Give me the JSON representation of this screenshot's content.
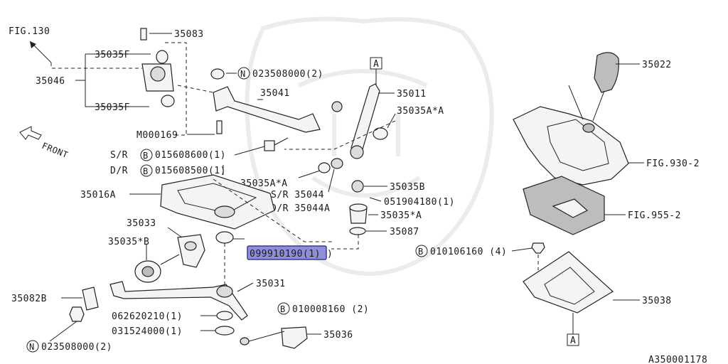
{
  "references": {
    "fig130": "FIG.130",
    "front": "FRONT",
    "fig930": "FIG.930-2",
    "fig955": "FIG.955-2",
    "box_a_top": "A",
    "box_a_bottom": "A",
    "diagram_id": "A350001178"
  },
  "callouts": {
    "p35083": "35083",
    "p35035F_top": "35035F",
    "p35046": "35046",
    "p35035F_bottom": "35035F",
    "pM000169": "M000169",
    "n023508000_top_num": "023508000(2)",
    "p35041": "35041",
    "p35011": "35011",
    "p35035AA_right": "35035A*A",
    "sr_prefix": "S/R",
    "sr_num": "015608600(1)",
    "dr_prefix": "D/R",
    "dr_num": "015608500(1)",
    "p35035AA_mid": "35035A*A",
    "p35016A": "35016A",
    "p35035B": "35035B",
    "sr35044": "S/R 35044",
    "p051904180": "051904180(1)",
    "dr35044A": "D/R 35044A",
    "p35035A": "35035*A",
    "p35033": "35033",
    "p35087": "35087",
    "p35035B_star": "35035*B",
    "highlight_num": "099910190(1)",
    "p35031": "35031",
    "p35082B": "35082B",
    "b010008160": "010008160 (2)",
    "p062620210": "062620210(1)",
    "p031524000": "031524000(1)",
    "p35036": "35036",
    "n023508000_bottom_num": "023508000(2)",
    "p35022": "35022",
    "b010106160": "010106160 (4)",
    "p35038": "35038"
  },
  "markers": {
    "N": "N",
    "B": "B"
  },
  "colors": {
    "highlight_fill": "#8f8fd8",
    "highlight_border": "#3a3a9a",
    "ink": "#1a1a1a"
  }
}
